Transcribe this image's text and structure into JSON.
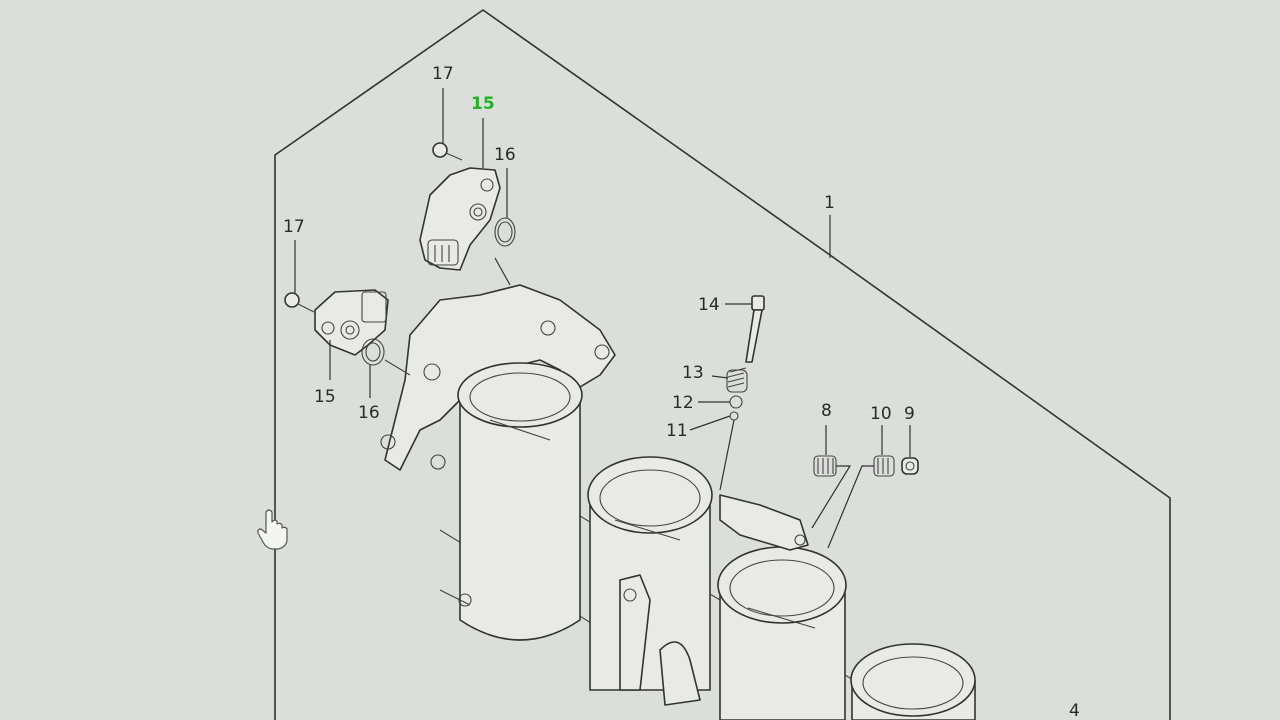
{
  "diagram": {
    "callouts": [
      {
        "id": "c1",
        "label": "1"
      },
      {
        "id": "c15a",
        "label": "15",
        "highlight": true
      },
      {
        "id": "c17a",
        "label": "17"
      },
      {
        "id": "c16a",
        "label": "16"
      },
      {
        "id": "c17b",
        "label": "17"
      },
      {
        "id": "c15b",
        "label": "15"
      },
      {
        "id": "c16b",
        "label": "16"
      },
      {
        "id": "c14",
        "label": "14"
      },
      {
        "id": "c13",
        "label": "13"
      },
      {
        "id": "c12",
        "label": "12"
      },
      {
        "id": "c11",
        "label": "11"
      },
      {
        "id": "c8",
        "label": "8"
      },
      {
        "id": "c10",
        "label": "10"
      },
      {
        "id": "c9",
        "label": "9"
      },
      {
        "id": "c4",
        "label": "4"
      }
    ],
    "highlight_color": "#22b322",
    "cursor_icon": "hand-pointer-icon"
  }
}
